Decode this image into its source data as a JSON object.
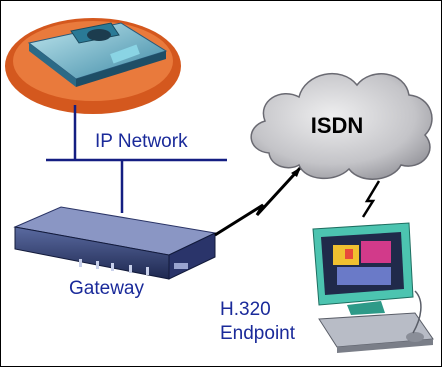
{
  "labels": {
    "ip_network": "IP Network",
    "isdn": "ISDN",
    "gateway": "Gateway",
    "endpoint_line1": "H.320",
    "endpoint_line2": "Endpoint"
  },
  "colors": {
    "label_text": "#1a2a9a",
    "network_line": "#141e82",
    "isdn_text": "#000000",
    "cloud_fill": "#c8c8cc",
    "device_base": "#d4581e",
    "gateway_body": "#1e2850"
  },
  "icons": [
    "videoconference-unit-icon",
    "gateway-device-icon",
    "isdn-cloud-icon",
    "lightning-link-icon",
    "h320-endpoint-computer-icon"
  ]
}
